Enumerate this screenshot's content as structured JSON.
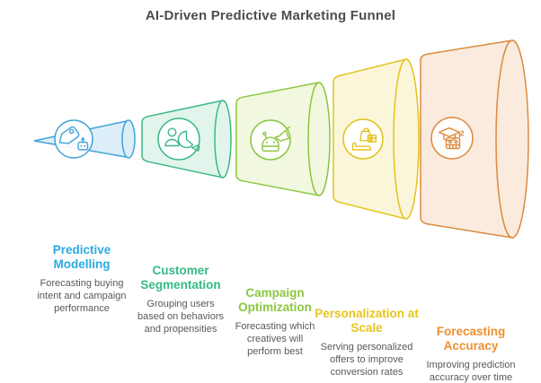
{
  "title": "AI-Driven Predictive Marketing Funnel",
  "text_colors": {
    "heading": "#4d4d4d",
    "description": "#58595b"
  },
  "funnel": {
    "segments": [
      {
        "label": "Predictive Modelling",
        "description": "Forecasting buying intent and campaign performance",
        "icon": "price-tag-robot-icon",
        "stroke": "#3fa3d7",
        "fill": "#dcefF9",
        "label_color": "#29abe2"
      },
      {
        "label": "Customer Segmentation",
        "description": "Grouping users based on behaviors and propensities",
        "icon": "user-pie-chart-icon",
        "stroke": "#3bb886",
        "fill": "#e1f5ec",
        "label_color": "#35ba85"
      },
      {
        "label": "Campaign Optimization",
        "description": "Forecasting which creatives will perform best",
        "icon": "robot-megaphone-icon",
        "stroke": "#8cc63f",
        "fill": "#f1f8df",
        "label_color": "#8cc63f"
      },
      {
        "label": "Personalization at Scale",
        "description": "Serving personalized offers to improve conversion rates",
        "icon": "hand-gift-bag-icon",
        "stroke": "#e2c31c",
        "fill": "#fbf6d9",
        "label_color": "#e6c51d"
      },
      {
        "label": "Forecasting Accuracy",
        "description": "Improving prediction accuracy over time",
        "icon": "graduation-cap-robot-icon",
        "icon_badge": "2",
        "stroke": "#dc8a3e",
        "fill": "#faebde",
        "label_color": "#ee8f2e"
      }
    ]
  }
}
